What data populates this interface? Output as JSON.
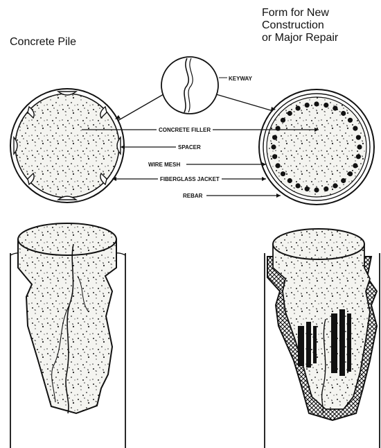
{
  "titles": {
    "left": "Concrete Pile",
    "right_lines": [
      "Form for New",
      "Construction",
      "or Major Repair"
    ]
  },
  "callouts": {
    "keyway": "KEYWAY",
    "concrete_filler": "CONCRETE FILLER",
    "spacer": "SPACER",
    "wire_mesh": "WIRE MESH",
    "fiberglass_jacket": "FIBERGLASS JACKET",
    "rebar": "REBAR"
  },
  "colors": {
    "ink": "#111111",
    "paper": "#ffffff",
    "concrete_fill": "#f4f4f0"
  }
}
